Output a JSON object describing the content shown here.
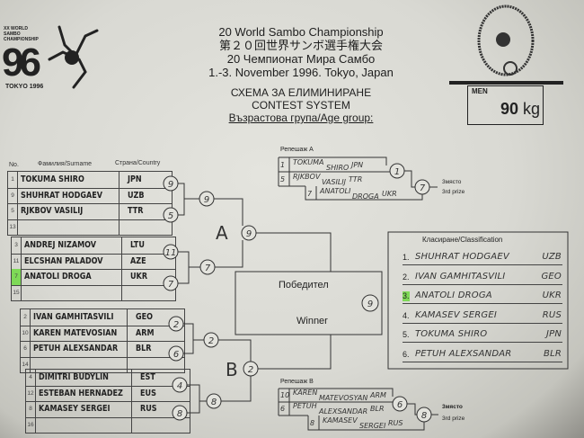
{
  "logo": {
    "line1": "XX WORLD",
    "line2": "SAMBO",
    "line3": "CHAMPIONSHIP",
    "year_big": "96",
    "city": "TOKYO 1996"
  },
  "header": {
    "title_en": "20 World Sambo Championship",
    "title_jp": "第２０回世界サンボ選手権大会",
    "title_ru": "20 Чемпионат Мира Самбо",
    "dates": "1.-3. November 1996. Tokyo, Japan",
    "scheme_bg": "СХЕМА ЗА ЕЛИМИНИРАНЕ",
    "scheme_en": "CONTEST SYSTEM",
    "age_group": "Възрастова група/Age group:"
  },
  "category": {
    "gender": "MEN",
    "weight": "90",
    "unit": "kg"
  },
  "columns": {
    "no": "No.",
    "surname": "Фамилия/Surname",
    "country": "Страна/Country"
  },
  "pools": [
    {
      "rows": [
        {
          "no": "1",
          "name": "TOKUMA SHIRO",
          "country": "JPN"
        },
        {
          "no": "9",
          "name": "SHUHRAT HODGAEV",
          "country": "UZB"
        },
        {
          "no": "5",
          "name": "RJKBOV VASILIJ",
          "country": "TTR"
        },
        {
          "no": "13",
          "name": "",
          "country": ""
        }
      ],
      "r1": [
        "9",
        "5"
      ],
      "r2": "9"
    },
    {
      "rows": [
        {
          "no": "3",
          "name": "ANDREJ NIZAMOV",
          "country": "LTU"
        },
        {
          "no": "11",
          "name": "ELCSHAN PALADOV",
          "country": "AZE"
        },
        {
          "no": "7",
          "name": "ANATOLI DROGA",
          "country": "UKR"
        },
        {
          "no": "15",
          "name": "",
          "country": ""
        }
      ],
      "r1": [
        "11",
        "7"
      ],
      "r2": "7"
    },
    {
      "rows": [
        {
          "no": "2",
          "name": "IVAN GAMHITASVILI",
          "country": "GEO"
        },
        {
          "no": "10",
          "name": "KAREN MATEVOSIAN",
          "country": "ARM"
        },
        {
          "no": "6",
          "name": "PETUH ALEXSANDAR",
          "country": "BLR"
        },
        {
          "no": "14",
          "name": "",
          "country": ""
        }
      ],
      "r1": [
        "2",
        "6"
      ],
      "r2": "2"
    },
    {
      "rows": [
        {
          "no": "4",
          "name": "DIMITRI BUDYLIN",
          "country": "EST"
        },
        {
          "no": "12",
          "name": "ESTEBAN HERNADEZ",
          "country": "EUS"
        },
        {
          "no": "8",
          "name": "KAMASEY SERGEI",
          "country": "RUS"
        },
        {
          "no": "16",
          "name": "",
          "country": ""
        }
      ],
      "r1": [
        "4",
        "8"
      ],
      "r2": "8"
    }
  ],
  "groups": {
    "a_label": "A",
    "a_winner": "9",
    "b_label": "B",
    "b_winner": "2"
  },
  "final": {
    "label_bg": "Победител",
    "label_en": "Winner",
    "winner": "9"
  },
  "repechage_a": {
    "title": "Репешаж А",
    "rows": [
      {
        "no": "1",
        "first": "TOKUMA",
        "last": "SHIRO",
        "country": "JPN"
      },
      {
        "no": "5",
        "first": "RJKBOV",
        "last": "VASILIJ",
        "country": "TTR"
      },
      {
        "no": "7",
        "first": "ANATOLI",
        "last": "DROGA",
        "country": "UKR"
      }
    ],
    "r1": "1",
    "r2": "7",
    "prize_bg": "3място",
    "prize_en": "3rd prize"
  },
  "repechage_b": {
    "title": "Репешаж В",
    "rows": [
      {
        "no": "10",
        "first": "KAREN",
        "last": "MATEVOSYAN",
        "country": "ARM"
      },
      {
        "no": "6",
        "first": "PETUH",
        "last": "ALEXSANDAR",
        "country": "BLR"
      },
      {
        "no": "8",
        "first": "KAMASEV",
        "last": "SERGEI",
        "country": "RUS"
      }
    ],
    "r1": "6",
    "r2": "8",
    "prize_bg": "3място",
    "prize_en": "3rd prize"
  },
  "classification": {
    "title": "Класиране/Classification",
    "rows": [
      {
        "place": "1.",
        "name": "SHUHRAT HODGAEV",
        "country": "UZB"
      },
      {
        "place": "2.",
        "name": "IVAN GAMHITASVILI",
        "country": "GEO"
      },
      {
        "place": "3.",
        "name": "ANATOLI DROGA",
        "country": "UKR"
      },
      {
        "place": "4.",
        "name": "KAMASEV SERGEI",
        "country": "RUS"
      },
      {
        "place": "5.",
        "name": "TOKUMA SHIRO",
        "country": "JPN"
      },
      {
        "place": "6.",
        "name": "PETUH ALEXSANDAR",
        "country": "BLR"
      }
    ]
  },
  "colors": {
    "highlight": "#7ed957",
    "ink": "#333333"
  }
}
